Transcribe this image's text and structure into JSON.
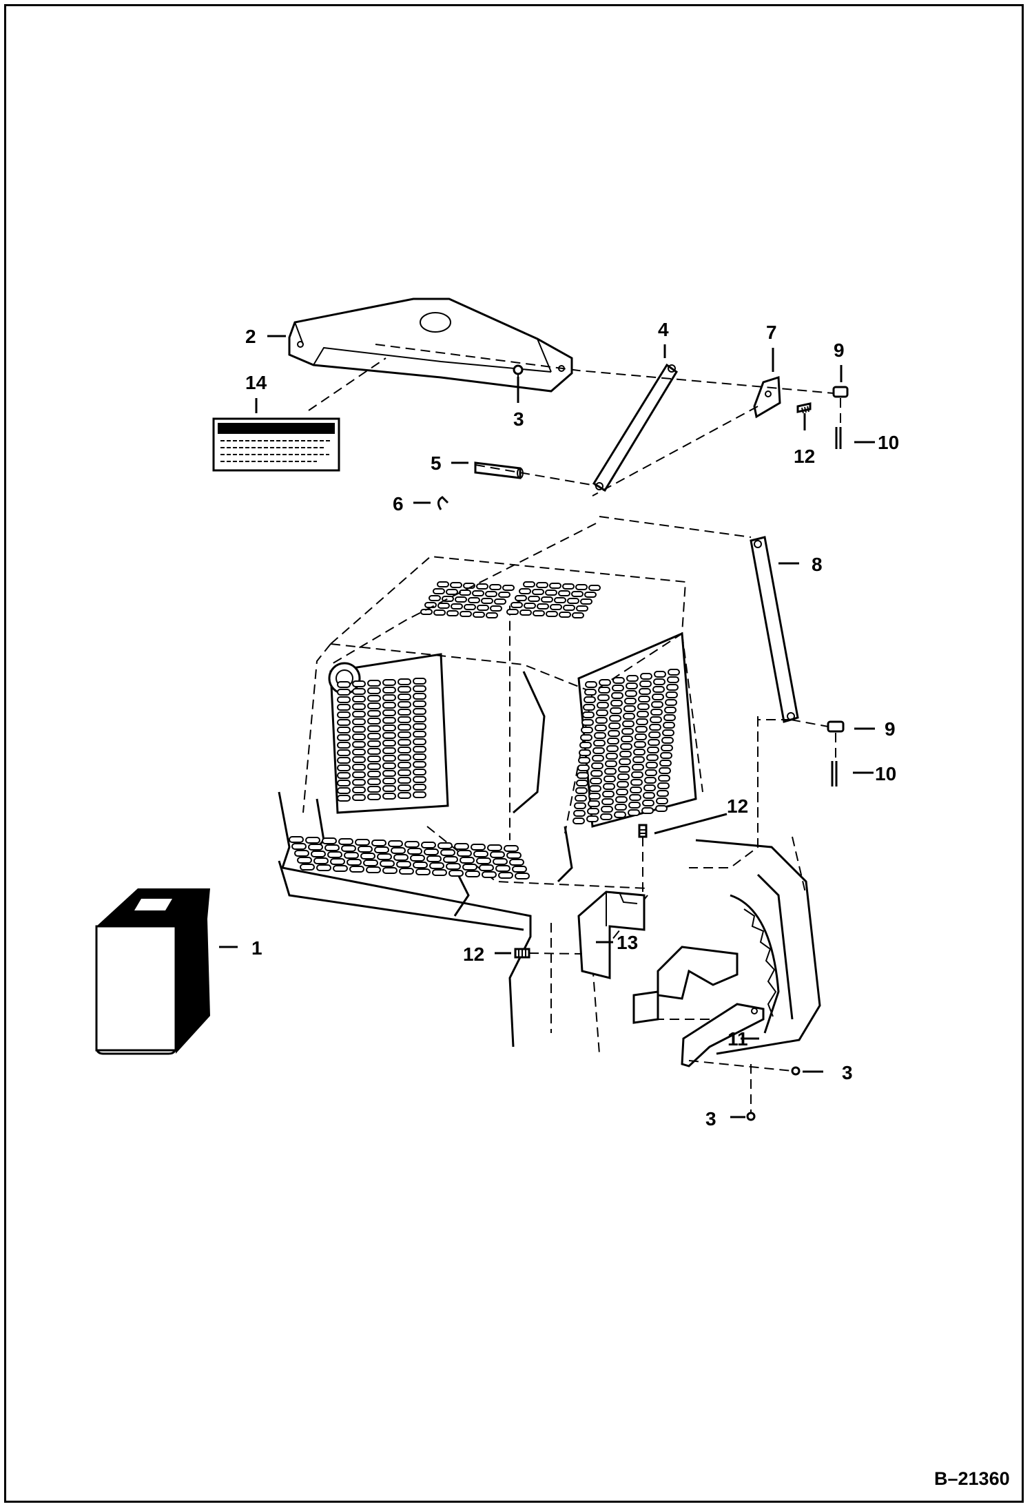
{
  "callouts": {
    "c1": "1",
    "c2": "2",
    "c3a": "3",
    "c3b": "3",
    "c3c": "3",
    "c4": "4",
    "c5": "5",
    "c6": "6",
    "c7": "7",
    "c8": "8",
    "c9a": "9",
    "c9b": "9",
    "c10a": "10",
    "c10b": "10",
    "c11": "11",
    "c12a": "12",
    "c12b": "12",
    "c12c": "12",
    "c13": "13",
    "c14": "14"
  },
  "drawing_ref": "B–21360"
}
